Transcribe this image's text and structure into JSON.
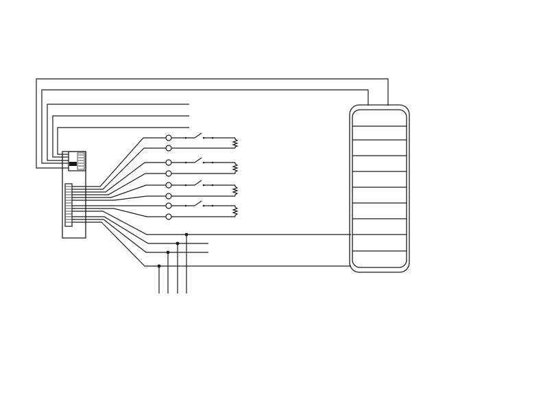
{
  "diagram": {
    "colors": {
      "line": "#1a1a1a",
      "background": "#ffffff"
    },
    "components": [
      "terminal-block",
      "connector-module",
      "terminal-blocks",
      "switches",
      "resistors",
      "keypad-unit"
    ]
  }
}
